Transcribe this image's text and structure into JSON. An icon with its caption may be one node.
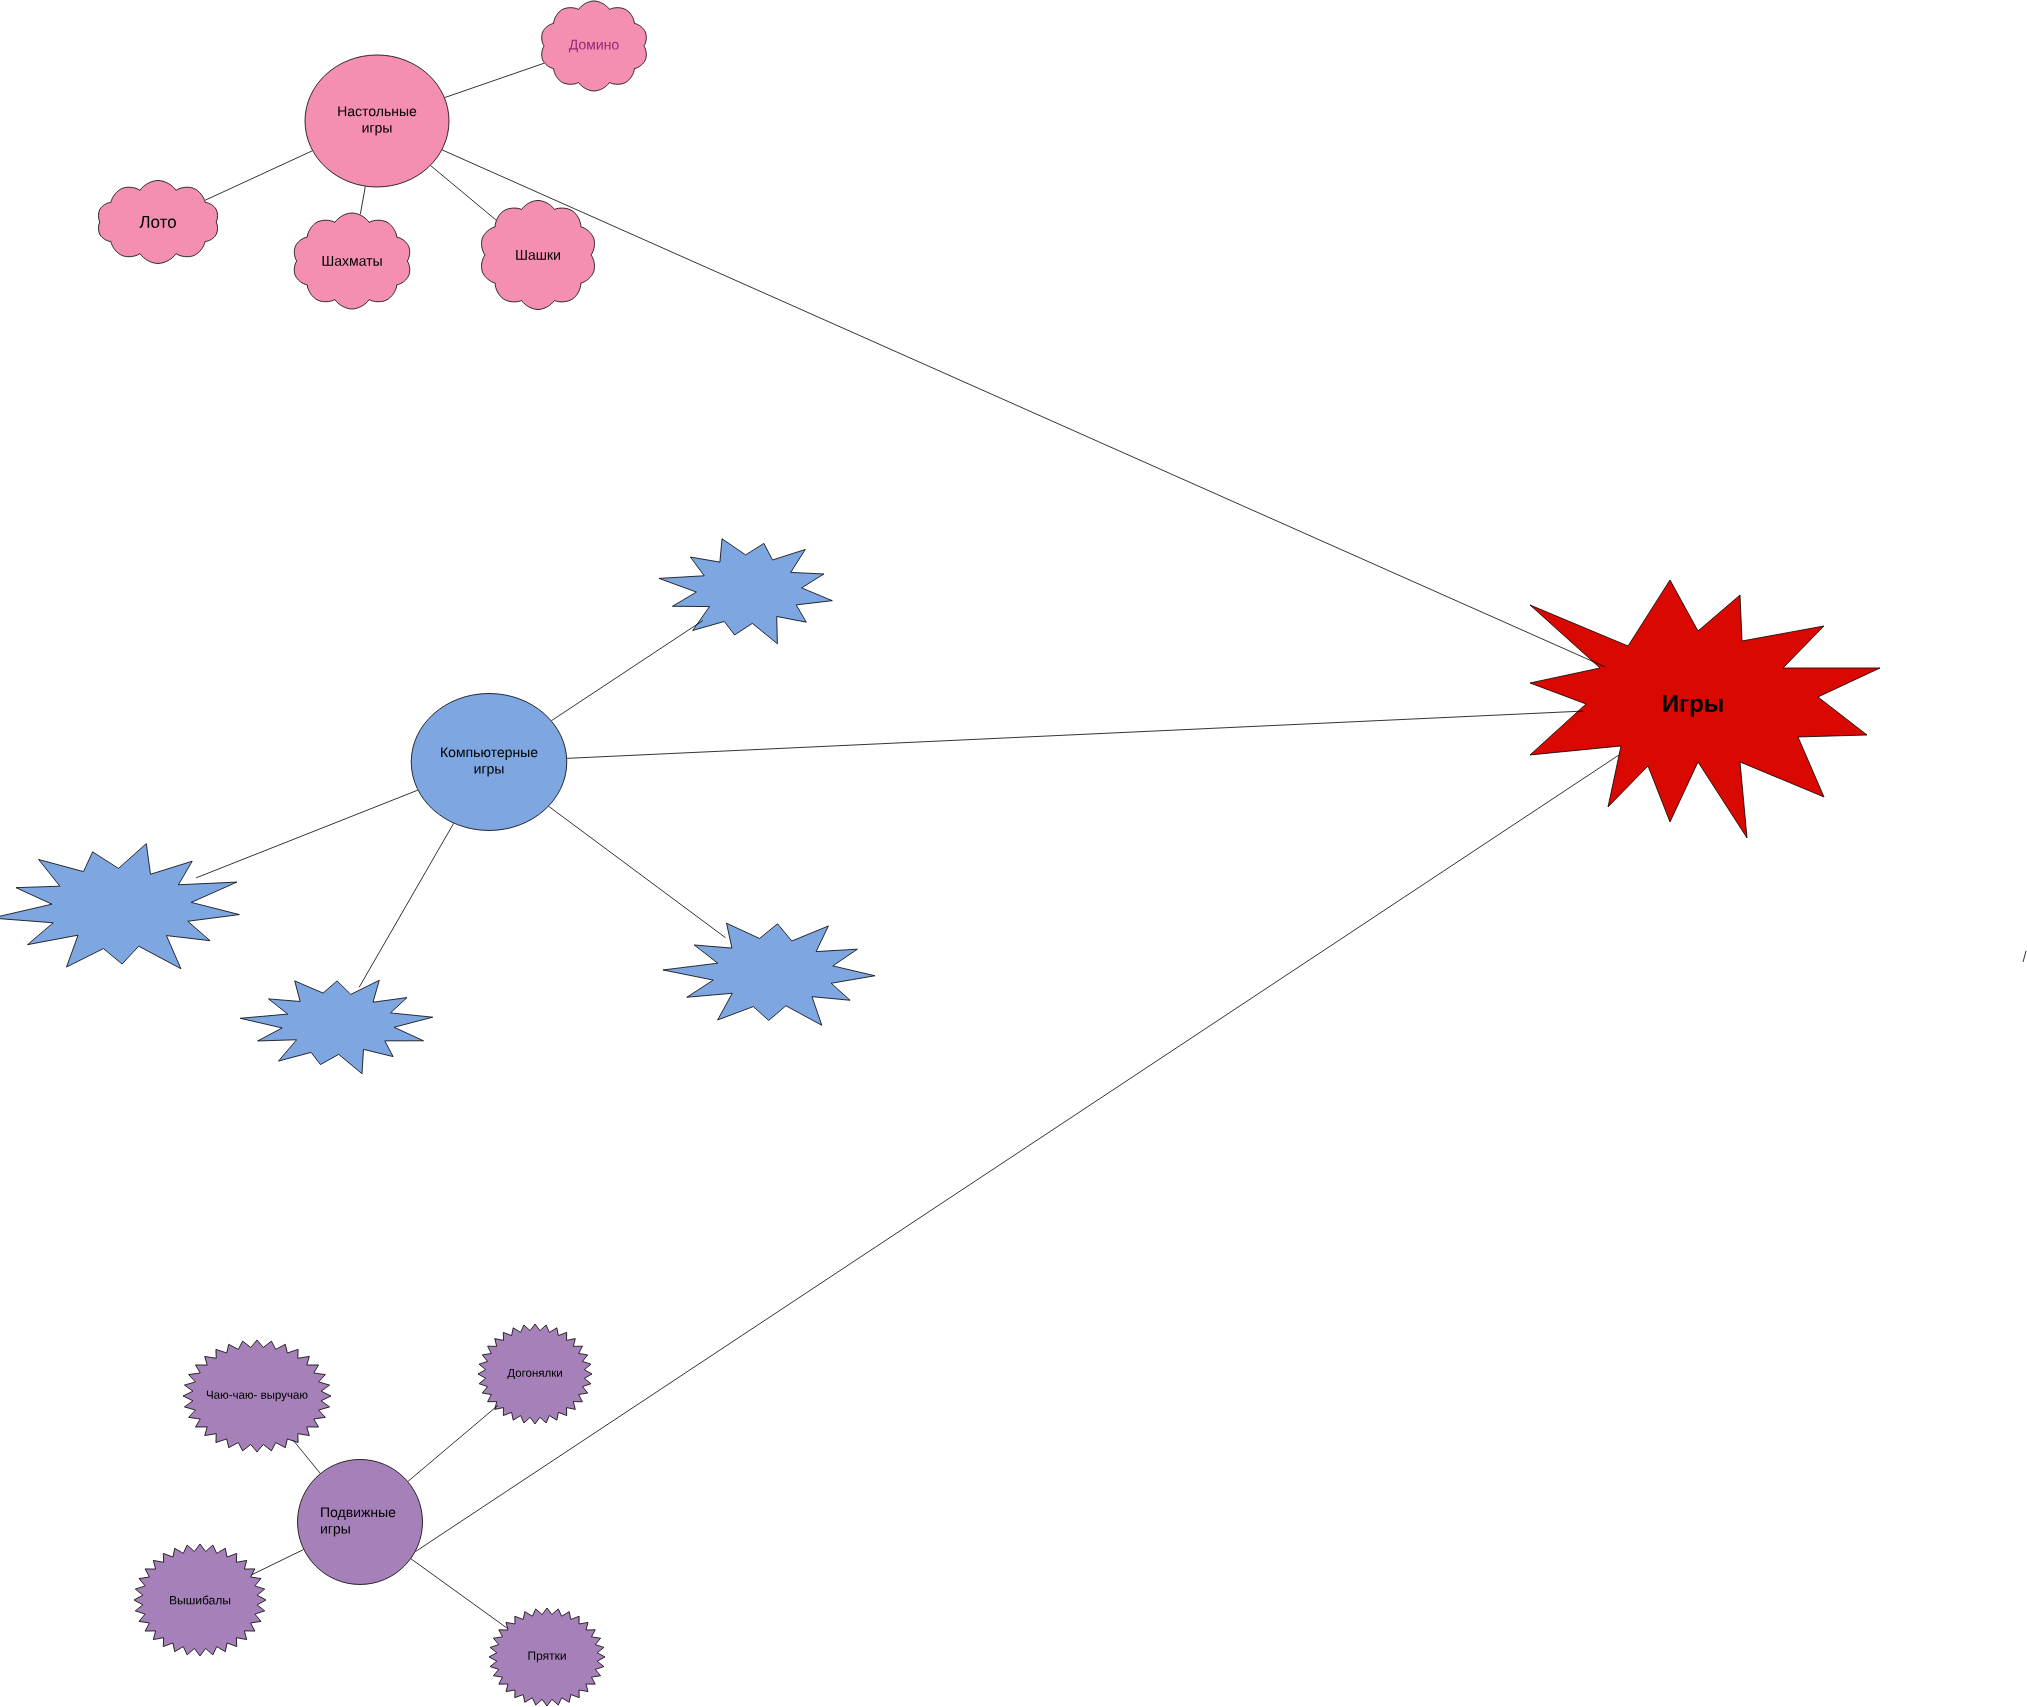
{
  "diagram": {
    "nodes": [
      {
        "text": [
          "Игры"
        ]
      },
      {
        "text": [
          "Настольные игры"
        ]
      },
      {
        "text": [
          "Домино"
        ]
      },
      {
        "text": [
          "Лото"
        ]
      },
      {
        "text": [
          "Шахматы"
        ]
      },
      {
        "text": [
          "Шашки"
        ]
      },
      {
        "text": [
          "Компьютерные игры"
        ]
      },
      {
        "text": [],
        "shape": "star"
      },
      {
        "text": [],
        "shape": "star"
      },
      {
        "text": [],
        "shape": "star"
      },
      {
        "text": [],
        "shape": "star"
      },
      {
        "text": [
          "Подвижные игры"
        ]
      },
      {
        "text": [
          "Чаю-чаю- выручаю"
        ]
      },
      {
        "text": [
          "Догонялки"
        ]
      },
      {
        "text": [
          "Вышибалы"
        ]
      },
      {
        "text": [
          "Прятки"
        ]
      }
    ],
    "edges": [
      {
        "from": 0,
        "to": 1,
        "arrow": "none"
      },
      {
        "from": 0,
        "to": 6,
        "arrow": "none"
      },
      {
        "from": 0,
        "to": 11,
        "arrow": "none"
      },
      {
        "from": 1,
        "to": 2,
        "arrow": "none"
      },
      {
        "from": 1,
        "to": 3,
        "arrow": "none"
      },
      {
        "from": 1,
        "to": 4,
        "arrow": "none"
      },
      {
        "from": 1,
        "to": 5,
        "arrow": "none"
      },
      {
        "from": 6,
        "to": 7,
        "arrow": "none"
      },
      {
        "from": 6,
        "to": 8,
        "arrow": "none"
      },
      {
        "from": 6,
        "to": 9,
        "arrow": "none"
      },
      {
        "from": 6,
        "to": 10,
        "arrow": "none"
      },
      {
        "from": 11,
        "to": 12,
        "arrow": "none"
      },
      {
        "from": 11,
        "to": 13,
        "arrow": "none"
      },
      {
        "from": 11,
        "to": 14,
        "arrow": "none"
      },
      {
        "from": 11,
        "to": 15,
        "arrow": "none"
      }
    ]
  }
}
